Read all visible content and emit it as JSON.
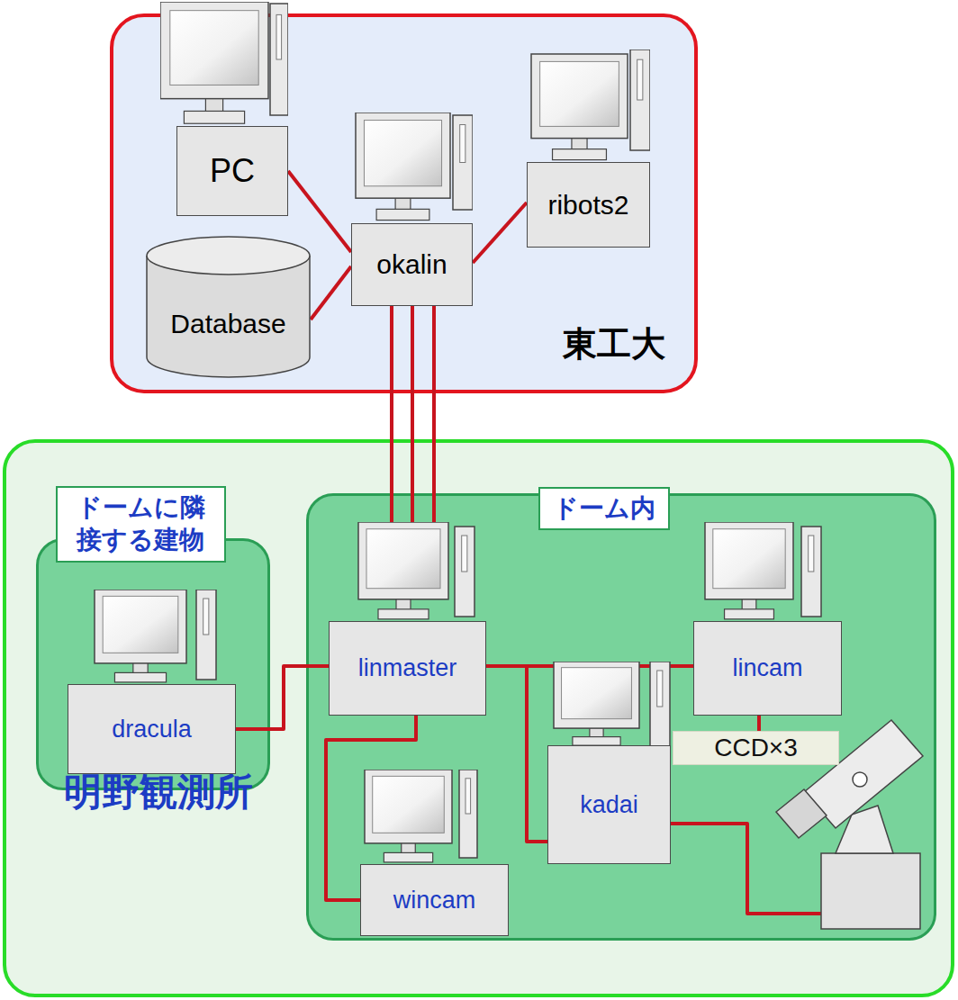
{
  "diagram": {
    "nodes": [
      {
        "text": [
          "東工大"
        ]
      },
      {
        "text": [
          "PC"
        ],
        "in": 0
      },
      {
        "text": [
          "okalin"
        ],
        "in": 0
      },
      {
        "text": [
          "ribots2"
        ],
        "in": 0
      },
      {
        "text": [
          "Database"
        ],
        "in": 0
      },
      {
        "text": [
          "明野観測所"
        ]
      },
      {
        "text": [
          "ドームに隣 接する建物"
        ],
        "in": 5
      },
      {
        "text": [
          "dracula"
        ],
        "in": 6
      },
      {
        "text": [
          "ドーム内"
        ],
        "in": 5
      },
      {
        "text": [
          "linmaster"
        ],
        "in": 8
      },
      {
        "text": [
          "lincam"
        ],
        "in": 8
      },
      {
        "text": [
          "wincam"
        ],
        "in": 8
      },
      {
        "text": [
          "kadai"
        ],
        "in": 8
      },
      {
        "text": [
          "CCD×3"
        ],
        "in": 8
      }
    ],
    "edges": [
      {
        "from": 1,
        "to": 2,
        "arrow": "none"
      },
      {
        "from": 2,
        "to": 3,
        "arrow": "none"
      },
      {
        "from": 4,
        "to": 2,
        "arrow": "none"
      },
      {
        "from": 2,
        "to": 9,
        "arrow": "none"
      },
      {
        "from": 2,
        "to": 9,
        "arrow": "none"
      },
      {
        "from": 2,
        "to": 9,
        "arrow": "none"
      },
      {
        "from": 7,
        "to": 9,
        "arrow": "none"
      },
      {
        "from": 9,
        "to": 10,
        "arrow": "none"
      },
      {
        "from": 9,
        "to": 12,
        "arrow": "none"
      },
      {
        "from": 9,
        "to": 11,
        "arrow": "none"
      },
      {
        "from": 10,
        "to": 13,
        "arrow": "none"
      }
    ]
  }
}
